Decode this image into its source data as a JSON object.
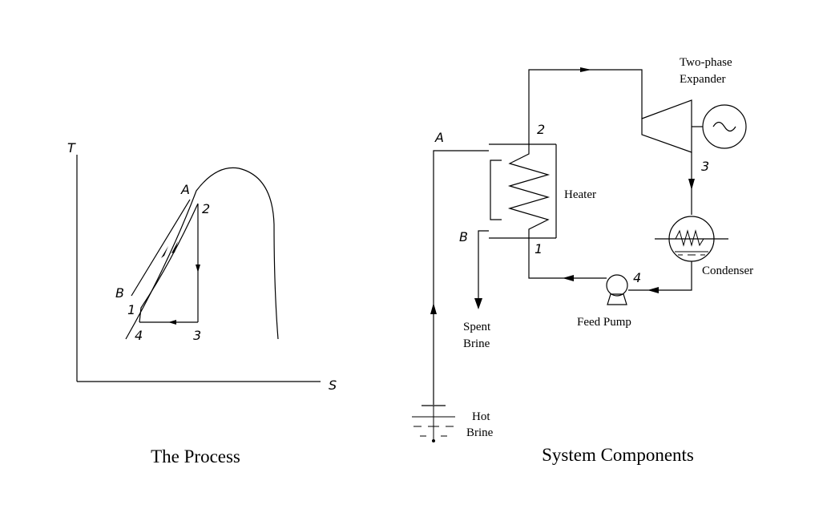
{
  "process": {
    "caption": "The Process",
    "axis_t": "T",
    "axis_s": "S",
    "points": {
      "A": "A",
      "B": "B",
      "p1": "1",
      "p2": "2",
      "p3": "3",
      "p4": "4"
    }
  },
  "system": {
    "caption": "System Components",
    "points": {
      "A": "A",
      "B": "B",
      "p1": "1",
      "p2": "2",
      "p3": "3",
      "p4": "4"
    },
    "expander_label_1": "Two-phase",
    "expander_label_2": "Expander",
    "heater_label": "Heater",
    "condenser_label": "Condenser",
    "pump_label": "Feed Pump",
    "spent_label_1": "Spent",
    "spent_label_2": "Brine",
    "hot_label_1": "Hot",
    "hot_label_2": "Brine"
  }
}
